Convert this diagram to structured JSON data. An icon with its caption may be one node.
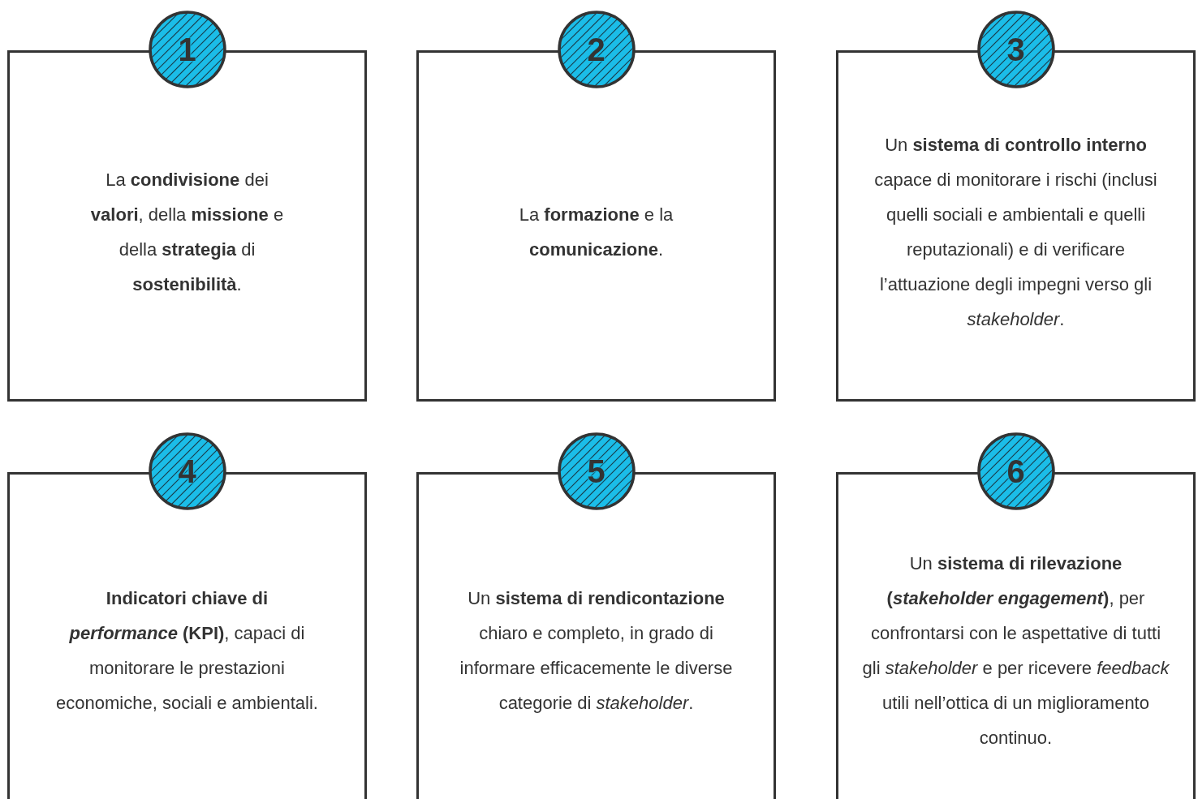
{
  "diagram": {
    "nodes": [
      {
        "text": [
          "1"
        ]
      },
      {
        "text": [
          "La **condivisione** dei **valori**, della **missione** e della **strategia** di **sostenibilità**."
        ]
      },
      {
        "text": [
          "2"
        ]
      },
      {
        "text": [
          "La **formazione** e la **comunicazione**."
        ]
      },
      {
        "text": [
          "3"
        ]
      },
      {
        "text": [
          "Un **sistema di controllo interno** capace di monitorare i rischi (inclusi quelli sociali e ambientali e quelli reputazionali) e di verificare l’attuazione degli impegni verso gli *stakeholder*."
        ]
      },
      {
        "text": [
          "4"
        ]
      },
      {
        "text": [
          "**Indicatori chiave di *performance* (KPI)**, capaci di monitorare le prestazioni economiche, sociali e ambientali."
        ]
      },
      {
        "text": [
          "5"
        ]
      },
      {
        "text": [
          "Un **sistema di rendicontazione** chiaro e completo, in grado di informare efficacemente le diverse categorie di *stakeholder*."
        ]
      },
      {
        "text": [
          "6"
        ]
      },
      {
        "text": [
          "Un **sistema di rilevazione** **(*stakeholder engagement*)**, per confrontarsi con le aspettative di tutti gli *stakeholder* e per ricevere *feedback* utili nell’ottica di un miglioramento continuo."
        ]
      }
    ],
    "edges": []
  }
}
